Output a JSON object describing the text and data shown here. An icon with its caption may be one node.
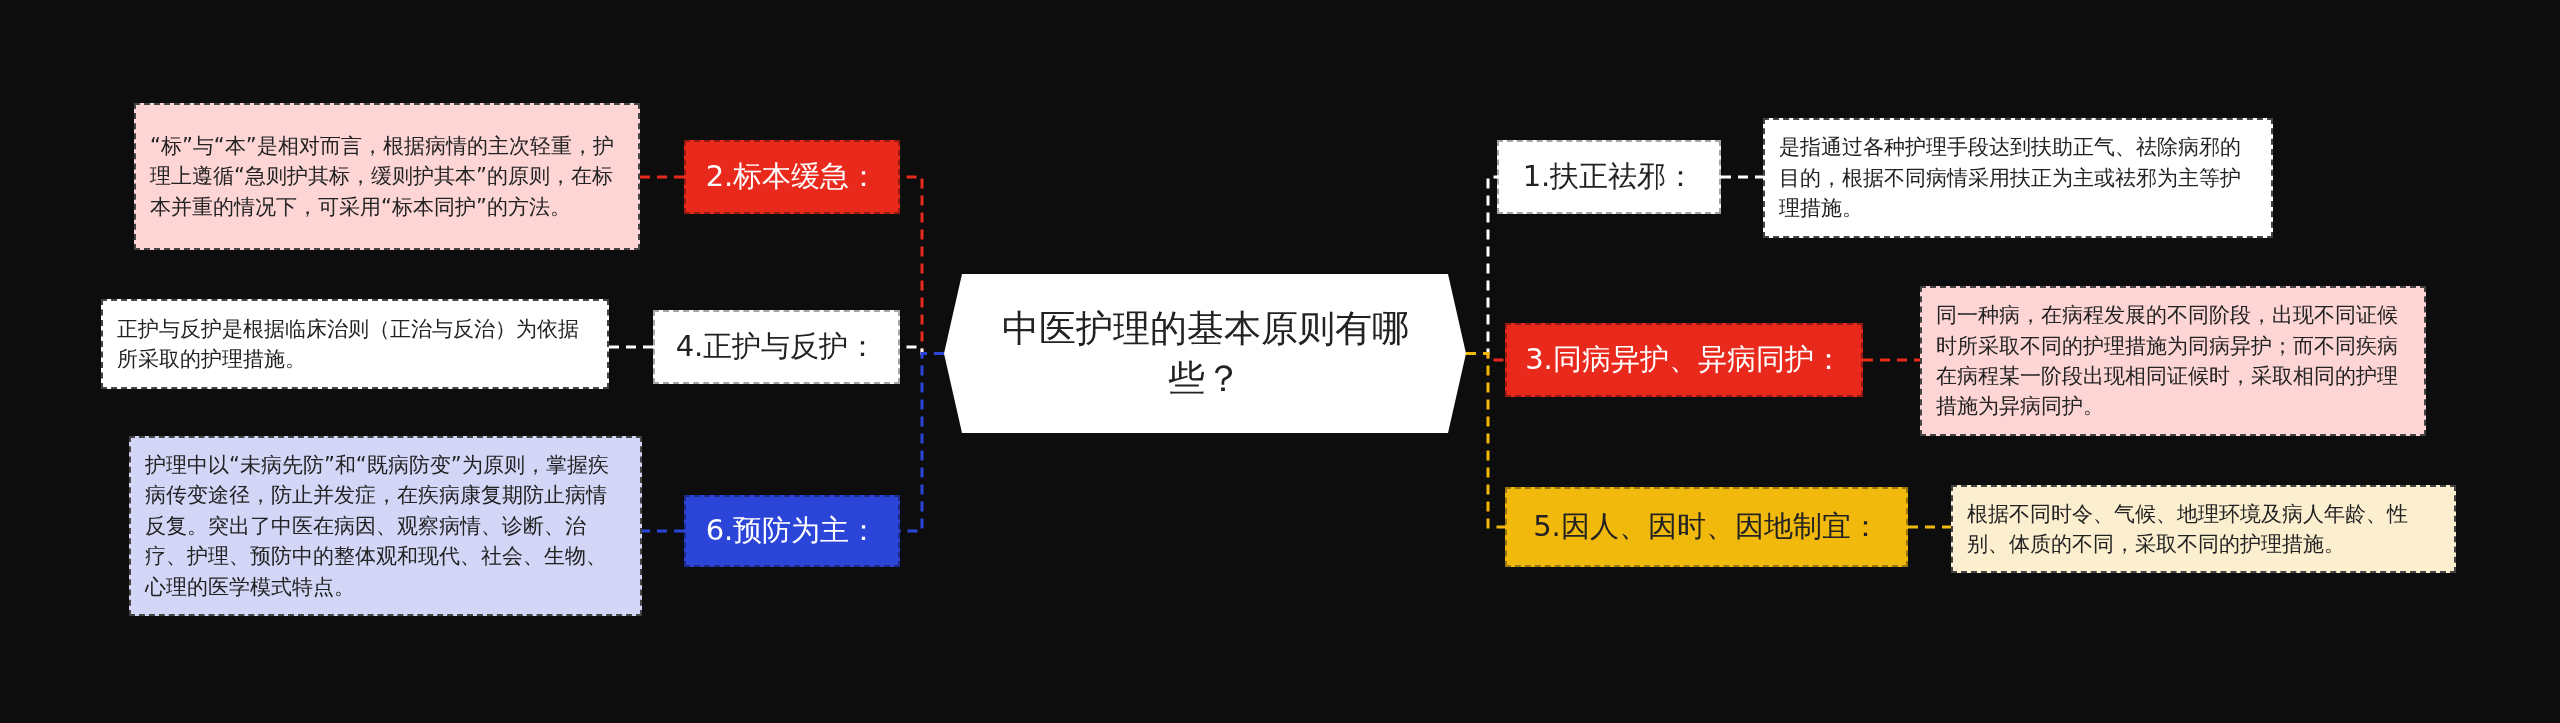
{
  "diagram": {
    "nodes": [
      {
        "text": [
          "中医护理的基本原则有哪些？"
        ]
      },
      {
        "text": [
          "1.扶正祛邪："
        ]
      },
      {
        "text": [
          "是指通过各种护理手段达到扶助正气、祛除病邪的目的，根据不同病情采用扶正为主或祛邪为主等护理措施。"
        ]
      },
      {
        "text": [
          "2.标本缓急："
        ]
      },
      {
        "text": [
          "“标”与“本”是相对而言，根据病情的主次轻重，护理上遵循“急则护其标，缓则护其本”的原则，在标本并重的情况下，可采用“标本同护”的方法。"
        ]
      },
      {
        "text": [
          "3.同病异护、异病同护："
        ]
      },
      {
        "text": [
          "同一种病，在病程发展的不同阶段，出现不同证候时所采取不同的护理措施为同病异护；而不同疾病在病程某一阶段出现相同证候时，采取相同的护理措施为异病同护。"
        ]
      },
      {
        "text": [
          "4.正护与反护："
        ]
      },
      {
        "text": [
          "正护与反护是根据临床治则（正治与反治）为依据所采取的护理措施。"
        ]
      },
      {
        "text": [
          "5.因人、因时、因地制宜："
        ]
      },
      {
        "text": [
          "根据不同时令、气候、地理环境及病人年龄、性别、体质的不同，采取不同的护理措施。"
        ]
      },
      {
        "text": [
          "6.预防为主："
        ]
      },
      {
        "text": [
          "护理中以“未病先防”和“既病防变”为原则，掌握疾病传变途径，防止并发症，在疾病康复期防止病情反复。突出了中医在病因、观察病情、诊断、治疗、护理、预防中的整体观和现代、社会、生物、心理的医学模式特点。"
        ]
      }
    ],
    "edges": [
      {
        "from": 0,
        "to": 1,
        "arrow": "none",
        "style": "dashed",
        "color": "#ffffff"
      },
      {
        "from": 1,
        "to": 2,
        "arrow": "none",
        "style": "dashed",
        "color": "#ffffff"
      },
      {
        "from": 0,
        "to": 3,
        "arrow": "none",
        "style": "dashed",
        "color": "#e8291c"
      },
      {
        "from": 3,
        "to": 4,
        "arrow": "none",
        "style": "dashed",
        "color": "#e8291c"
      },
      {
        "from": 0,
        "to": 5,
        "arrow": "none",
        "style": "dashed",
        "color": "#e8291c"
      },
      {
        "from": 5,
        "to": 6,
        "arrow": "none",
        "style": "dashed",
        "color": "#e8291c"
      },
      {
        "from": 0,
        "to": 7,
        "arrow": "none",
        "style": "dashed",
        "color": "#ffffff"
      },
      {
        "from": 7,
        "to": 8,
        "arrow": "none",
        "style": "dashed",
        "color": "#ffffff"
      },
      {
        "from": 0,
        "to": 9,
        "arrow": "none",
        "style": "dashed",
        "color": "#f0b90b"
      },
      {
        "from": 9,
        "to": 10,
        "arrow": "none",
        "style": "dashed",
        "color": "#f0b90b"
      },
      {
        "from": 0,
        "to": 11,
        "arrow": "none",
        "style": "dashed",
        "color": "#2b45d8"
      },
      {
        "from": 11,
        "to": 12,
        "arrow": "none",
        "style": "dashed",
        "color": "#2b45d8"
      }
    ]
  }
}
